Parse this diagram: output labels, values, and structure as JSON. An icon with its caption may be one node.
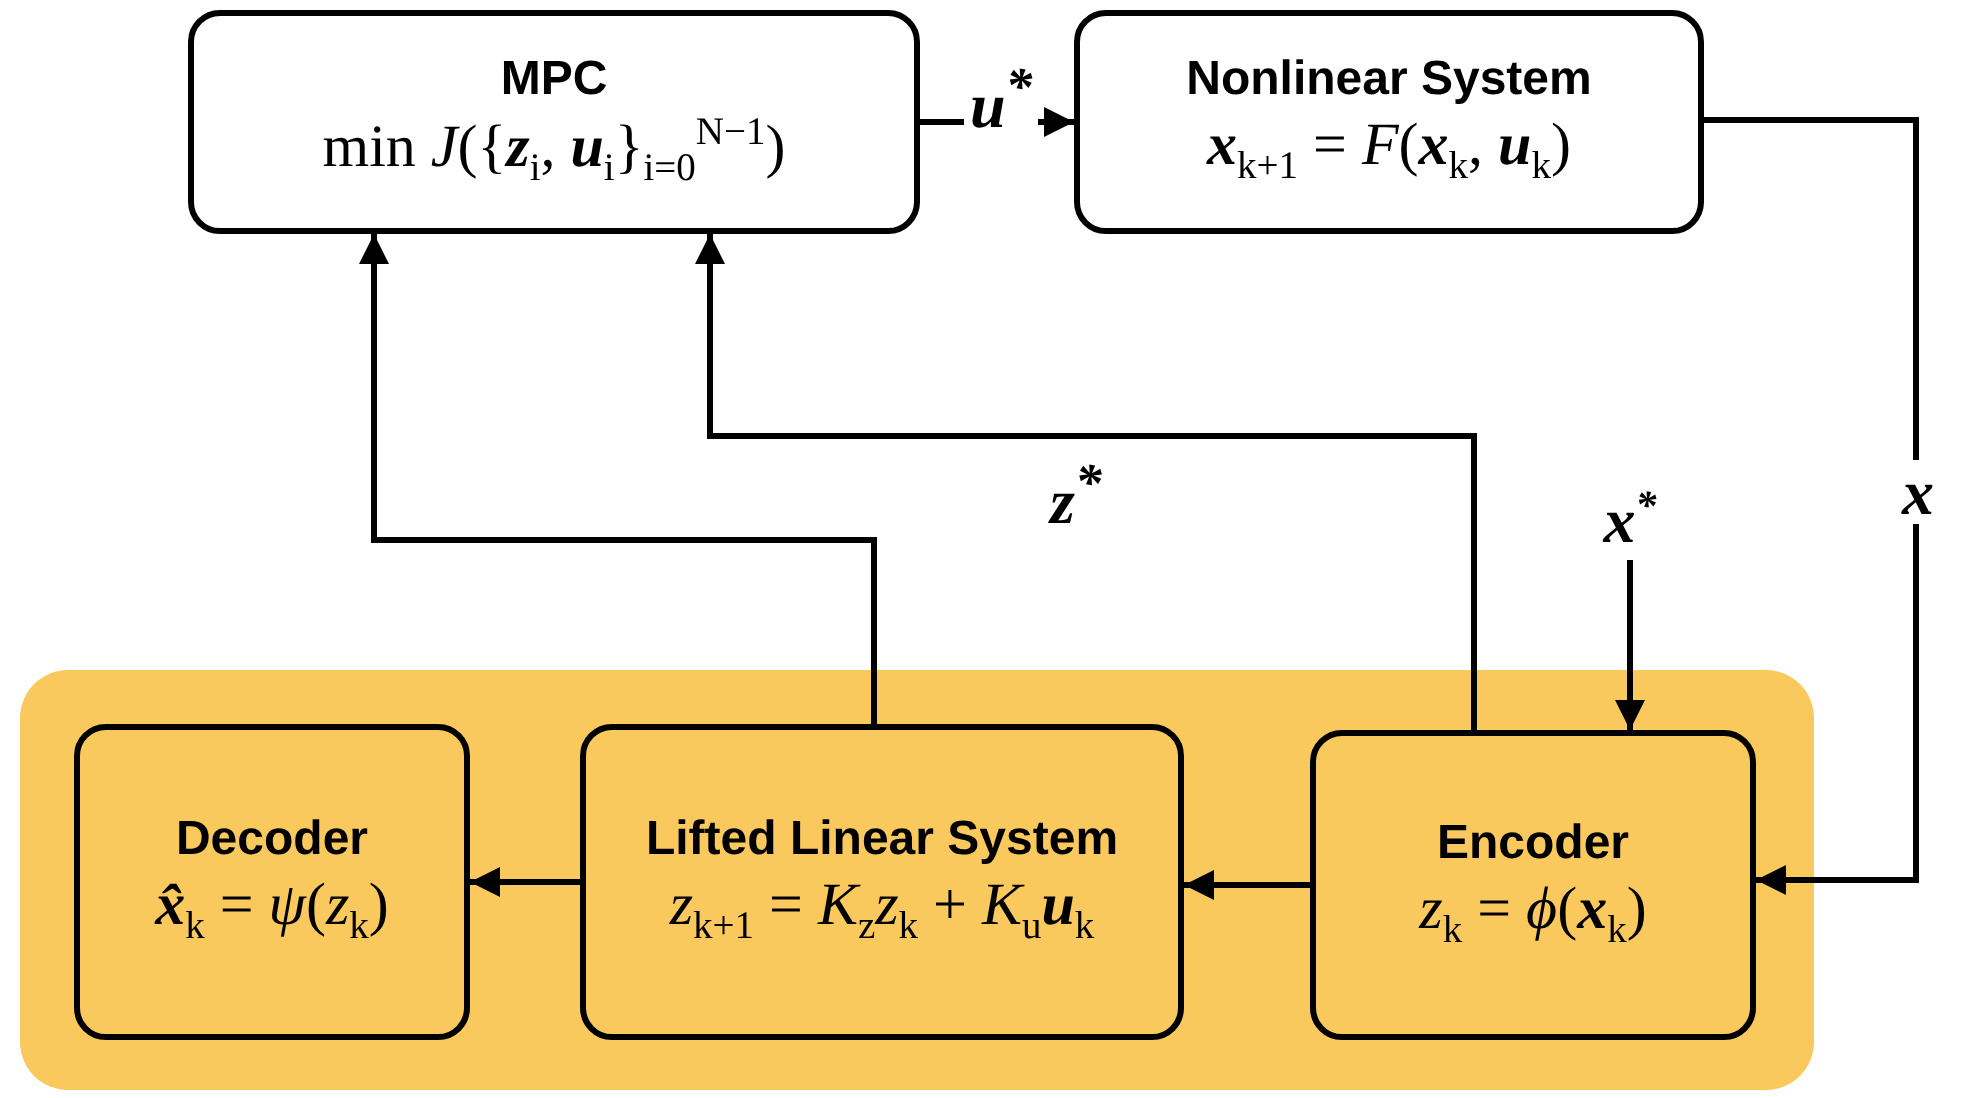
{
  "diagram": {
    "nodes": [
      {
        "text": [
          "MPC",
          "min *J*({**z**$_{i}$, **u**$_{i}$}$_{i=0}$$^{N−1}$)"
        ]
      },
      {
        "text": [
          "Nonlinear System",
          "**x**$_{k+1}$ = *F*(**x**$_{k}$, **u**$_{k}$)"
        ]
      },
      {
        "text": [],
        "shape": "box"
      },
      {
        "text": [
          "Decoder",
          "**x̂**$_{k}$ = *ψ*(*z*$_{k}$)"
        ],
        "in": 2
      },
      {
        "text": [
          "Lifted Linear System",
          "*z*$_{k+1}$ = *K*$_{z}$*z*$_{k}$ + *K*$_{u}$**u**$_{k}$"
        ],
        "in": 2
      },
      {
        "text": [
          "Encoder",
          "*z*$_{k}$ = *ϕ*(**x**$_{k}$)"
        ],
        "in": 2
      },
      {
        "text": [
          "x$^{*}$"
        ]
      }
    ],
    "edges": [
      {
        "from": 0,
        "to": 1,
        "arrow": "to",
        "label": "u$^{*}$"
      },
      {
        "from": 1,
        "to": 5,
        "arrow": "to",
        "label": "x"
      },
      {
        "from": 6,
        "to": 5,
        "arrow": "to"
      },
      {
        "from": 5,
        "to": 0,
        "arrow": "to",
        "label": "z$^{*}$"
      },
      {
        "from": 4,
        "to": 0,
        "arrow": "to"
      },
      {
        "from": 5,
        "to": 4,
        "arrow": "to"
      },
      {
        "from": 4,
        "to": 3,
        "arrow": "to"
      }
    ]
  }
}
